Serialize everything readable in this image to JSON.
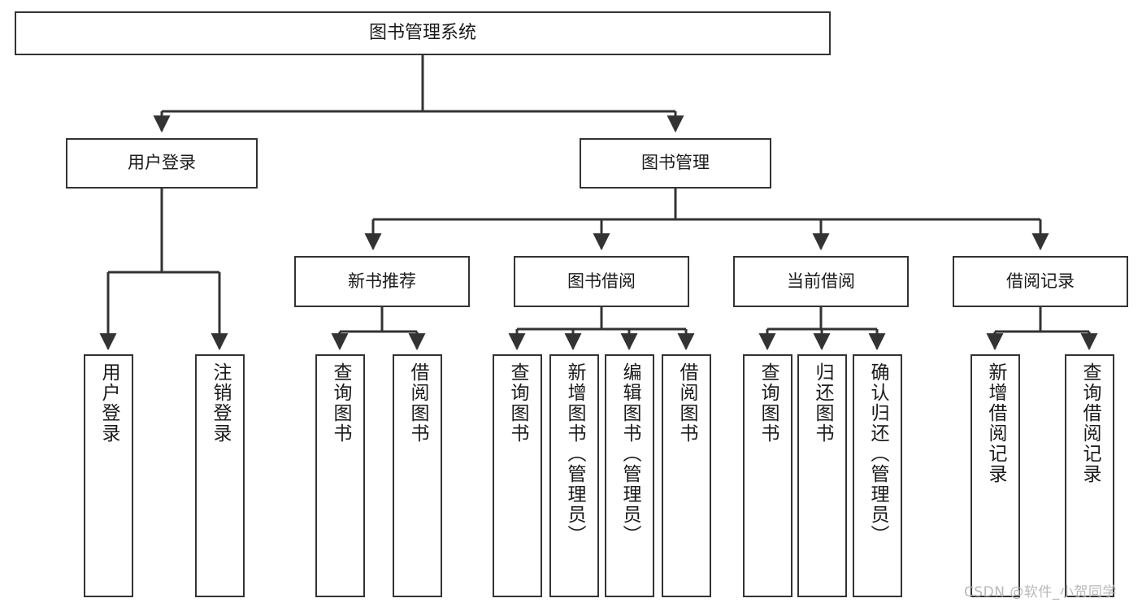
{
  "diagram": {
    "title": "图书管理系统",
    "type": "tree-hierarchy-diagram",
    "watermark": "CSDN @软件_小贺同学",
    "colors": {
      "background": "#ffffff",
      "box_border": "#333333",
      "box_fill": "#ffffff",
      "text": "#1a1a1a",
      "edge": "#333333",
      "watermark": "#b8b8b8"
    },
    "nodes": {
      "root": {
        "label": "图书管理系统"
      },
      "level2": [
        {
          "label": "用户登录"
        },
        {
          "label": "图书管理"
        }
      ],
      "level3": [
        {
          "label": "新书推荐"
        },
        {
          "label": "图书借阅"
        },
        {
          "label": "当前借阅"
        },
        {
          "label": "借阅记录"
        }
      ],
      "leaves_user_login": [
        {
          "label": "用户登录"
        },
        {
          "label": "注销登录"
        }
      ],
      "leaves_new_book": [
        {
          "label": "查询图书"
        },
        {
          "label": "借阅图书"
        }
      ],
      "leaves_borrow": [
        {
          "label": "查询图书"
        },
        {
          "label": "新增图书（管理员）"
        },
        {
          "label": "编辑图书（管理员）"
        },
        {
          "label": "借阅图书"
        }
      ],
      "leaves_current": [
        {
          "label": "查询图书"
        },
        {
          "label": "归还图书"
        },
        {
          "label": "确认归还（管理员）"
        }
      ],
      "leaves_records": [
        {
          "label": "新增借阅记录"
        },
        {
          "label": "查询借阅记录"
        }
      ]
    }
  }
}
